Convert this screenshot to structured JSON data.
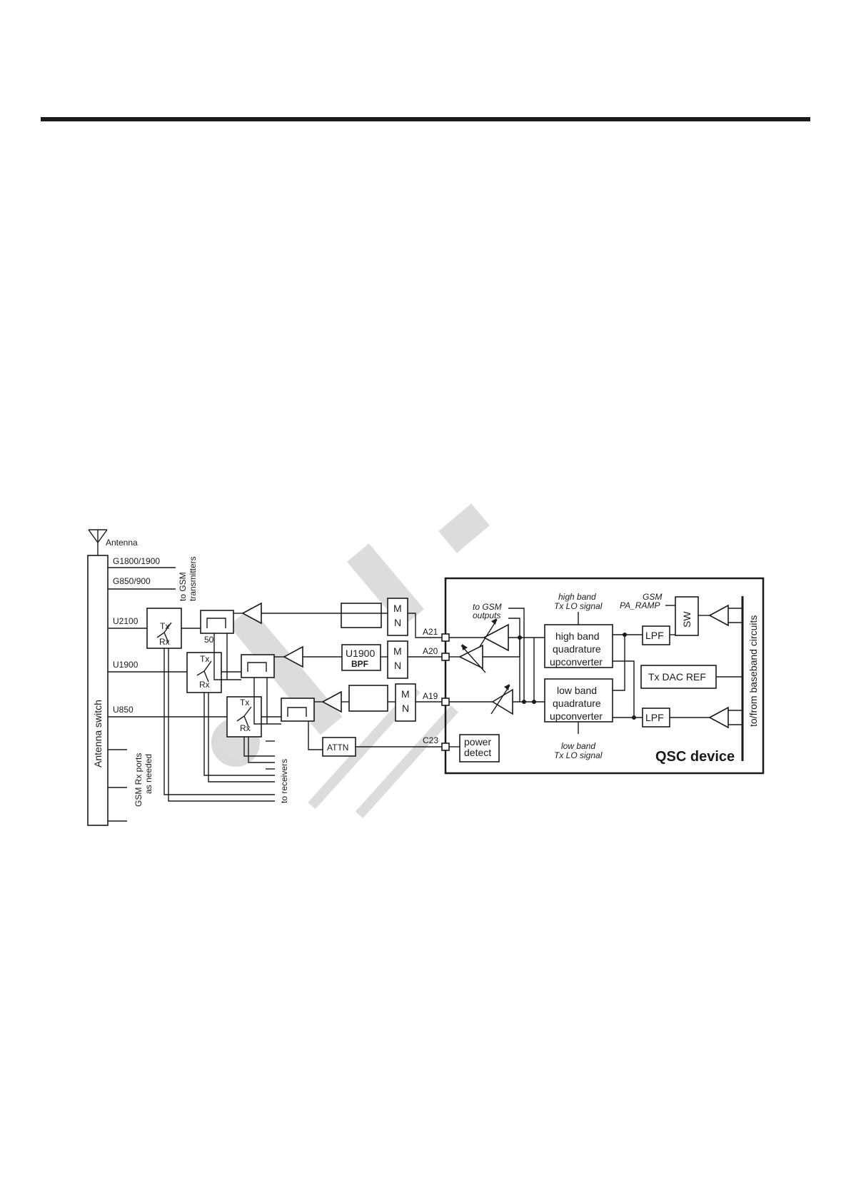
{
  "diagram": {
    "antenna_label": "Antenna",
    "antenna_switch_label": "Antenna switch",
    "ports": {
      "g1800": "G1800/1900",
      "g850": "G850/900",
      "u2100": "U2100",
      "u1900": "U1900",
      "u850": "U850"
    },
    "to_gsm_transmitters": "to GSM transmitters",
    "gsm_rx_ports": "GSM Rx ports as needed",
    "to_receivers": "to receivers",
    "duplexer_tx": "Tx",
    "duplexer_rx": "Rx",
    "coupler_value": "50",
    "mn_m": "M",
    "mn_n": "N",
    "bpf_line1": "U1900",
    "bpf_line2": "BPF",
    "attn": "ATTN",
    "pins": {
      "a21": "A21",
      "a20": "A20",
      "a19": "A19",
      "c23": "C23"
    },
    "to_gsm_outputs": "to GSM outputs",
    "high_band_lo": [
      "high band",
      "Tx LO signal"
    ],
    "low_band_lo": [
      "low band",
      "Tx LO signal"
    ],
    "gsm_pa_ramp": [
      "GSM",
      "PA_RAMP"
    ],
    "high_band_upconverter": [
      "high band",
      "quadrature",
      "upconverter"
    ],
    "low_band_upconverter": [
      "low band",
      "quadrature",
      "upconverter"
    ],
    "lpf": "LPF",
    "sw": "SW",
    "tx_dac_ref": "Tx DAC REF",
    "power_detect": [
      "power",
      "detect"
    ],
    "qsc_device": "QSC device",
    "baseband": "to/from baseband circuits"
  }
}
